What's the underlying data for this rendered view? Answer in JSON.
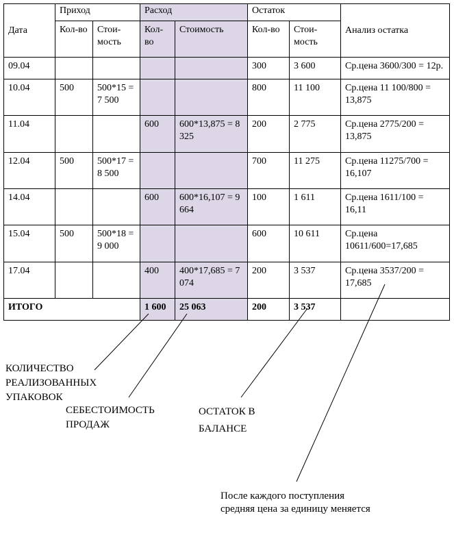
{
  "header": {
    "date": "Дата",
    "prihod": "Приход",
    "rashod": "Расход",
    "ostatok": "Остаток",
    "analysis": "Анализ остатка",
    "qty_prihod": "Кол-во",
    "cost_prihod": "Стои-мость",
    "qty_rashod": "Кол-во",
    "cost_rashod": "Стоимость",
    "qty_ostatok": "Кол-во",
    "cost_ostatok": "Стои-мость"
  },
  "rows": [
    {
      "date": "09.04",
      "in_qty": "",
      "in_cost": "",
      "out_qty": "",
      "out_cost": "",
      "bal_qty": "300",
      "bal_cost": "3 600",
      "analysis": "Ср.цена 3600/300 = 12р."
    },
    {
      "date": "10.04",
      "in_qty": "500",
      "in_cost": "500*15 = 7 500",
      "out_qty": "",
      "out_cost": "",
      "bal_qty": "800",
      "bal_cost": "11 100",
      "analysis": "Ср.цена 11 100/800 = 13,875"
    },
    {
      "date": "11.04",
      "in_qty": "",
      "in_cost": "",
      "out_qty": "600",
      "out_cost": "600*13,875 = 8 325",
      "bal_qty": "200",
      "bal_cost": "2 775",
      "analysis": "Ср.цена 2775/200 = 13,875"
    },
    {
      "date": "12.04",
      "in_qty": "500",
      "in_cost": "500*17 = 8 500",
      "out_qty": "",
      "out_cost": "",
      "bal_qty": "700",
      "bal_cost": "11 275",
      "analysis": "Ср.цена 11275/700 = 16,107"
    },
    {
      "date": "14.04",
      "in_qty": "",
      "in_cost": "",
      "out_qty": "600",
      "out_cost": "600*16,107 = 9 664",
      "bal_qty": "100",
      "bal_cost": "1 611",
      "analysis": "Ср.цена 1611/100 = 16,11"
    },
    {
      "date": "15.04",
      "in_qty": "500",
      "in_cost": "500*18 = 9 000",
      "out_qty": "",
      "out_cost": "",
      "bal_qty": "600",
      "bal_cost": "10 611",
      "analysis": "Ср.цена 10611/600=17,685"
    },
    {
      "date": "17.04",
      "in_qty": "",
      "in_cost": "",
      "out_qty": "400",
      "out_cost": "400*17,685 = 7 074",
      "bal_qty": "200",
      "bal_cost": "3 537",
      "analysis": "Ср.цена 3537/200 = 17,685"
    }
  ],
  "totals": {
    "label": "ИТОГО",
    "out_qty": "1 600",
    "out_cost": "25 063",
    "bal_qty": "200",
    "bal_cost": "3 537",
    "analysis": ""
  },
  "callouts": {
    "sold_qty": "КОЛИЧЕСТВО РЕАЛИЗОВАННЫХ УПАКОВОК",
    "cost_of_sales": "СЕБЕСТОИМОСТЬ ПРОДАЖ",
    "balance_remainder": "ОСТАТОК В БАЛАНСЕ",
    "avg_note": "После каждого поступления средняя цена за единицу меняется"
  }
}
